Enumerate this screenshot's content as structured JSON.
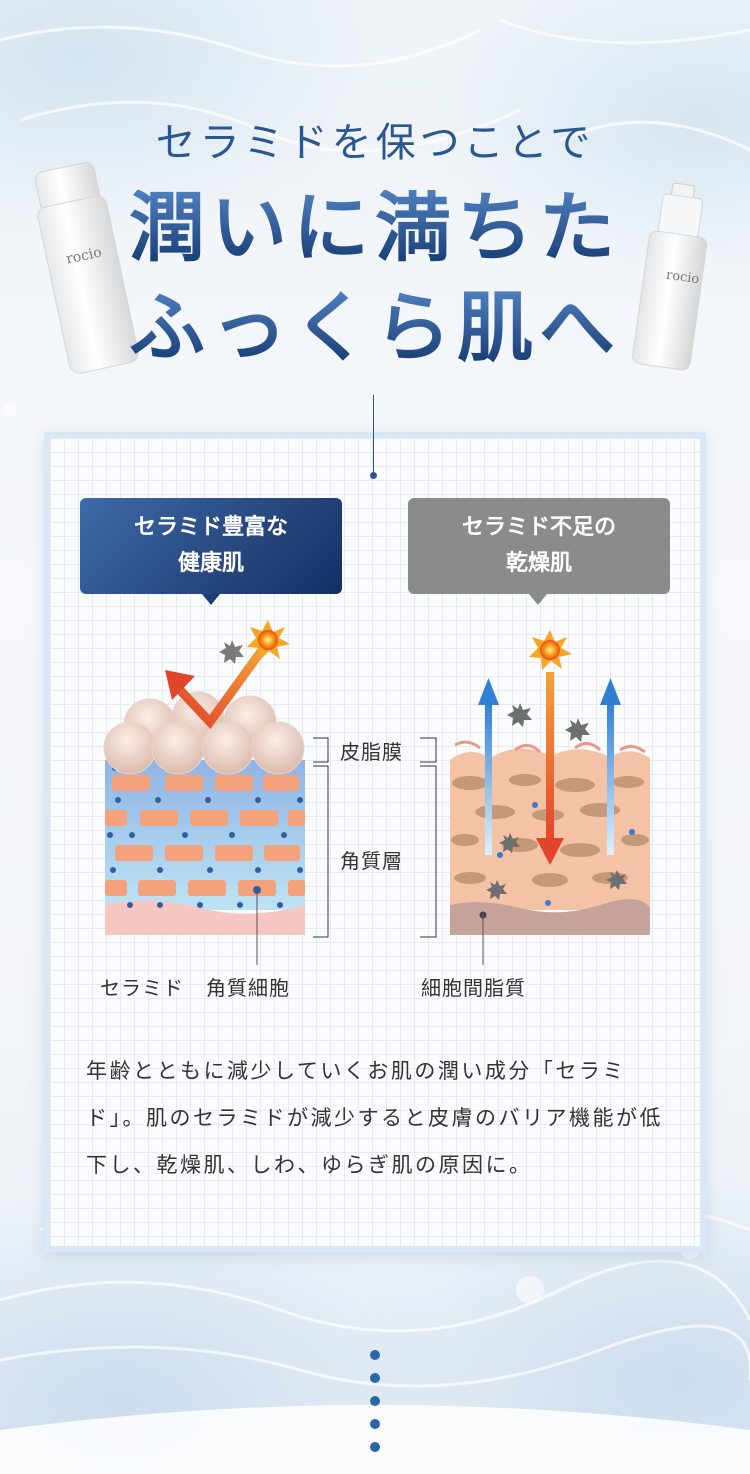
{
  "header": {
    "subtitle": "セラミドを保つことで",
    "headline_line1": "潤いに満ちた",
    "headline_line2": "ふっくら肌へ"
  },
  "products": {
    "left_brand": "rocio",
    "right_brand": "rocio"
  },
  "comparison": {
    "healthy": {
      "line1": "セラミド豊富な",
      "line2": "健康肌"
    },
    "dry": {
      "line1": "セラミド不足の",
      "line2": "乾燥肌"
    }
  },
  "layers": {
    "sebum": "皮脂膜",
    "stratum": "角質層"
  },
  "captions": {
    "ceramide": "セラミド",
    "corneocyte": "角質細胞",
    "intercellular_lipid": "細胞間脂質"
  },
  "description": "年齢とともに減少していくお肌の潤い成分「セラミド」。肌のセラミドが減少すると皮膚のバリア機能が低下し、乾燥肌、しわ、ゆらぎ肌の原因に。",
  "colors": {
    "brand_blue": "#2a5790",
    "navy": "#152f63",
    "gray": "#8b8b8b",
    "arrow_red": "#e3502e",
    "arrow_blue": "#3a86d6"
  }
}
